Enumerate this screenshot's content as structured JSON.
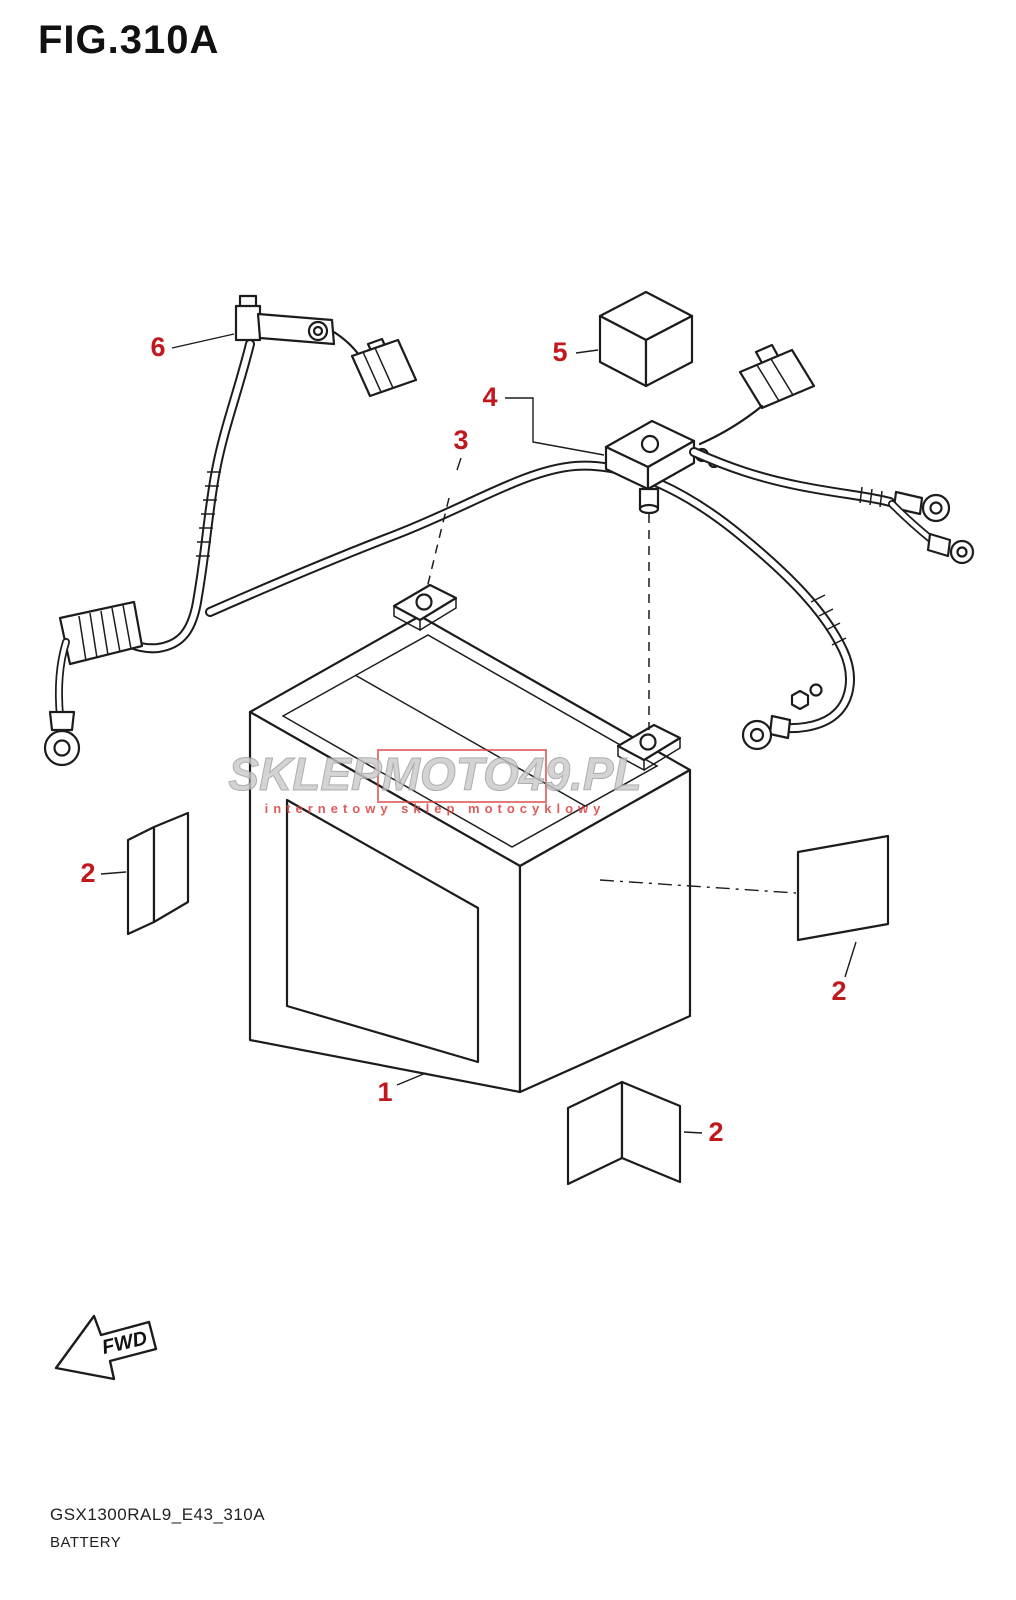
{
  "figure": {
    "title": "FIG.310A",
    "code": "GSX1300RAL9_E43_310A",
    "name": "BATTERY"
  },
  "watermark": {
    "main": "SKLEPMOTO49.PL",
    "sub": "internetowy sklep motocyklowy"
  },
  "direction_label": "FWD",
  "callouts": {
    "battery": "1",
    "pad_left": "2",
    "pad_right": "2",
    "pad_bottom": "2",
    "cable": "3",
    "terminal_positive": "4",
    "terminal_cover": "5",
    "terminal_negative": "6"
  },
  "colors": {
    "callout_red": "#c0181c",
    "line_black": "#1c1c1c",
    "watermark_gray": "#c9c9c9",
    "watermark_red": "#d84040"
  }
}
